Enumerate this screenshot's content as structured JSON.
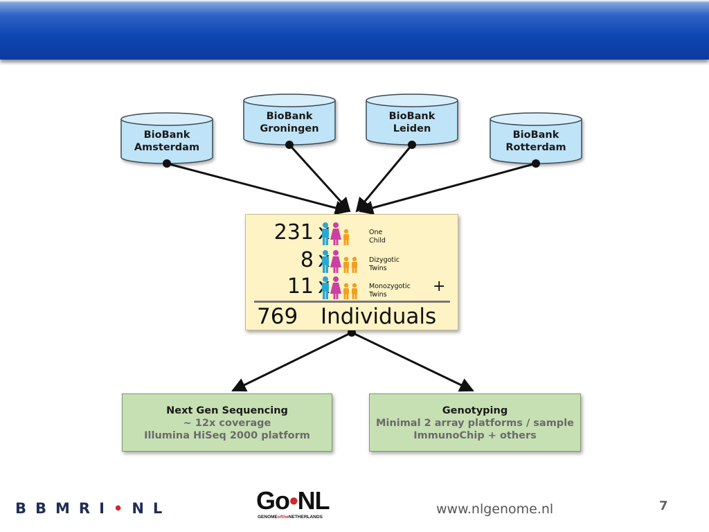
{
  "biobanks": [
    {
      "line1": "BioBank",
      "line2": "Amsterdam"
    },
    {
      "line1": "BioBank",
      "line2": "Groningen"
    },
    {
      "line1": "BioBank",
      "line2": "Leiden"
    },
    {
      "line1": "BioBank",
      "line2": "Rotterdam"
    }
  ],
  "cohort": {
    "rows": [
      {
        "count": "231",
        "x": "x",
        "desc1": "One",
        "desc2": "Child"
      },
      {
        "count": "8",
        "x": "x",
        "desc1": "Dizygotic",
        "desc2": "Twins"
      },
      {
        "count": "11",
        "x": "x",
        "desc1": "Monozygotic",
        "desc2": "Twins"
      }
    ],
    "plus": "+",
    "total_count": "769",
    "total_label": "Individuals"
  },
  "outputs": {
    "sequencing": {
      "title": "Next Gen Sequencing",
      "line1": "~ 12x coverage",
      "line2": "Illumina HiSeq 2000 platform"
    },
    "genotyping": {
      "title": "Genotyping",
      "line1": "Minimal 2 array platforms / sample",
      "line2": "ImmunoChip + others"
    }
  },
  "footer": {
    "bbmri_left": "BBMRI",
    "bbmri_dot": "•",
    "bbmri_right": "NL",
    "gonl_go": "Go",
    "gonl_dot": "•",
    "gonl_nl": "NL",
    "gonl_sub_a": "GENOME",
    "gonl_sub_b": "ofthe",
    "gonl_sub_c": "NETHERLANDS",
    "website": "www.nlgenome.nl",
    "page_number": "7"
  },
  "colors": {
    "header": "#0f47b3",
    "cylinder": "#bfe3f7",
    "center_box": "#fdf3c4",
    "output_box": "#c7e0b3",
    "father": "#2aa7d3",
    "mother": "#cc3fa3",
    "child": "#f2a01e",
    "accent_red": "#d0262c"
  }
}
